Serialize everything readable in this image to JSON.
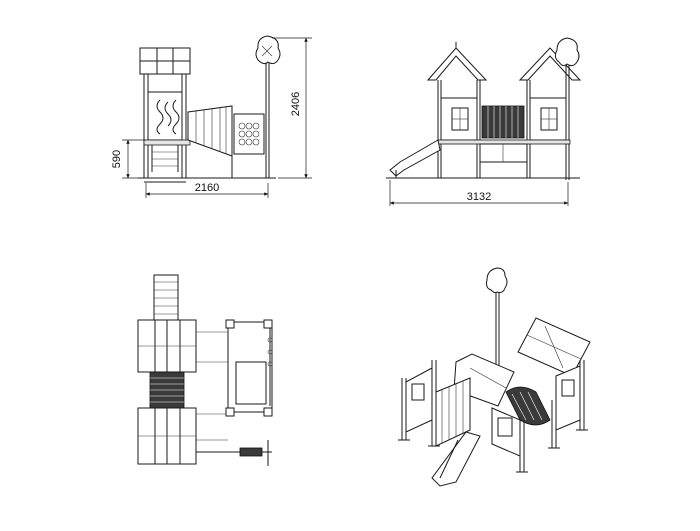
{
  "dimensions": {
    "width_side_view": "2160",
    "height_overall": "2406",
    "platform_height": "590",
    "width_front_view": "3132"
  },
  "icons": [
    "arrow-icon",
    "tree-sign-icon"
  ]
}
